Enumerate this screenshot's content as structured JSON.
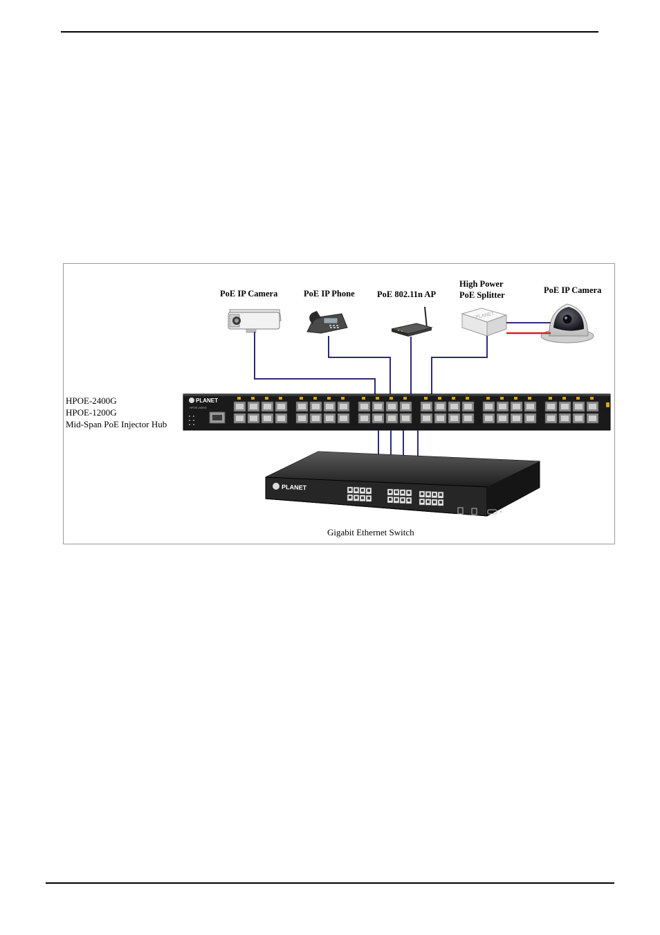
{
  "diagram": {
    "devices": {
      "camera_left": "PoE IP Camera",
      "phone": "PoE IP Phone",
      "ap": "PoE 802.11n AP",
      "splitter_line1": "High Power",
      "splitter_line2": "PoE Splitter",
      "camera_right": "PoE IP Camera"
    },
    "hub": {
      "model_1": "HPOE-2400G",
      "model_2": "HPOE-1200G",
      "description": "Mid-Span PoE Injector Hub",
      "brand": "PLANET",
      "plate": "HPOE-2400G"
    },
    "switch": {
      "label": "Gigabit Ethernet Switch",
      "brand": "PLANET"
    },
    "colors": {
      "cable": "#2b2b7a",
      "power_cable": "#d42020",
      "hub_body": "#1a1a1a",
      "port_led": "#d9a21a"
    }
  }
}
